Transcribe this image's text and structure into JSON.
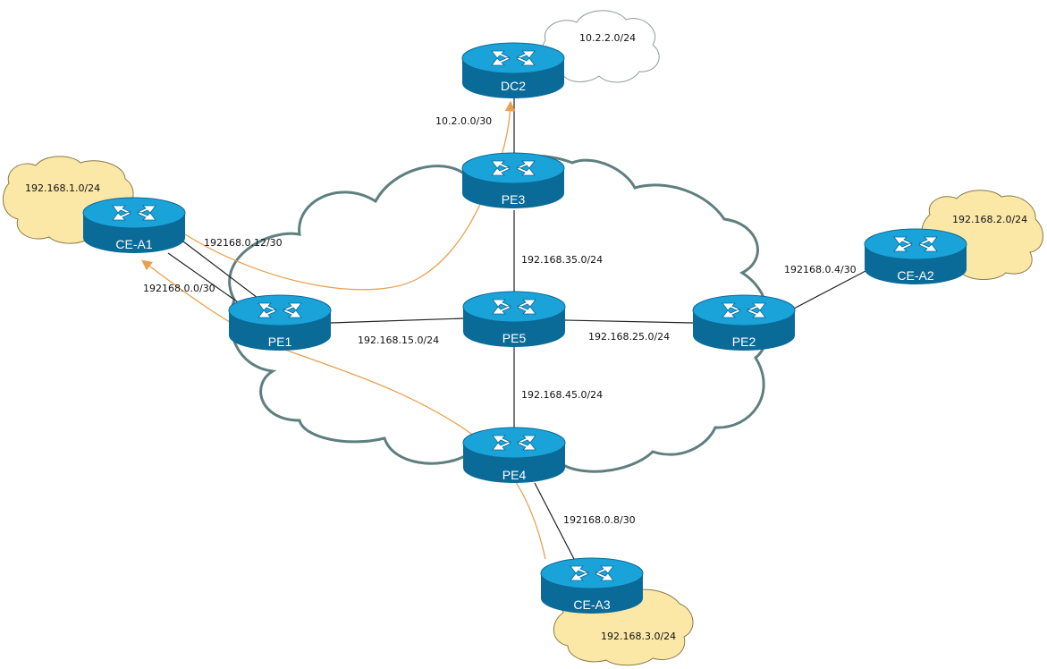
{
  "colors": {
    "router_top": "#1aa3d9",
    "router_side": "#0a6a98",
    "router_label": "#ffffff",
    "cloud_border": "#5f7f7f",
    "site_cloud_fill": "#fbe7a6",
    "site_cloud_border": "#8a7a4a",
    "plain_cloud_border": "#8f9a9a",
    "link": "#222222",
    "path": "#e8a050"
  },
  "routers": {
    "dc2": "DC2",
    "pe3": "PE3",
    "pe5": "PE5",
    "pe1": "PE1",
    "pe2": "PE2",
    "pe4": "PE4",
    "cea1": "CE-A1",
    "cea2": "CE-A2",
    "cea3": "CE-A3"
  },
  "networks": {
    "dc2_lan": "10.2.2.0/24",
    "site1_lan": "192.168.1.0/24",
    "site2_lan": "192.168.2.0/24",
    "site3_lan": "192.168.3.0/24"
  },
  "links": {
    "dc2_pe3": "10.2.0.0/30",
    "cea1_pe1_upper": "192168.0.12/30",
    "cea1_pe1_lower": "192168.0.0/30",
    "pe3_pe5": "192.168.35.0/24",
    "pe1_pe5": "192.168.15.0/24",
    "pe5_pe2": "192.168.25.0/24",
    "pe5_pe4": "192.168.45.0/24",
    "pe2_cea2": "192168.0.4/30",
    "pe4_cea3": "192168.0.8/30"
  },
  "icons": {
    "router": "router-icon",
    "cloud": "cloud-icon"
  }
}
